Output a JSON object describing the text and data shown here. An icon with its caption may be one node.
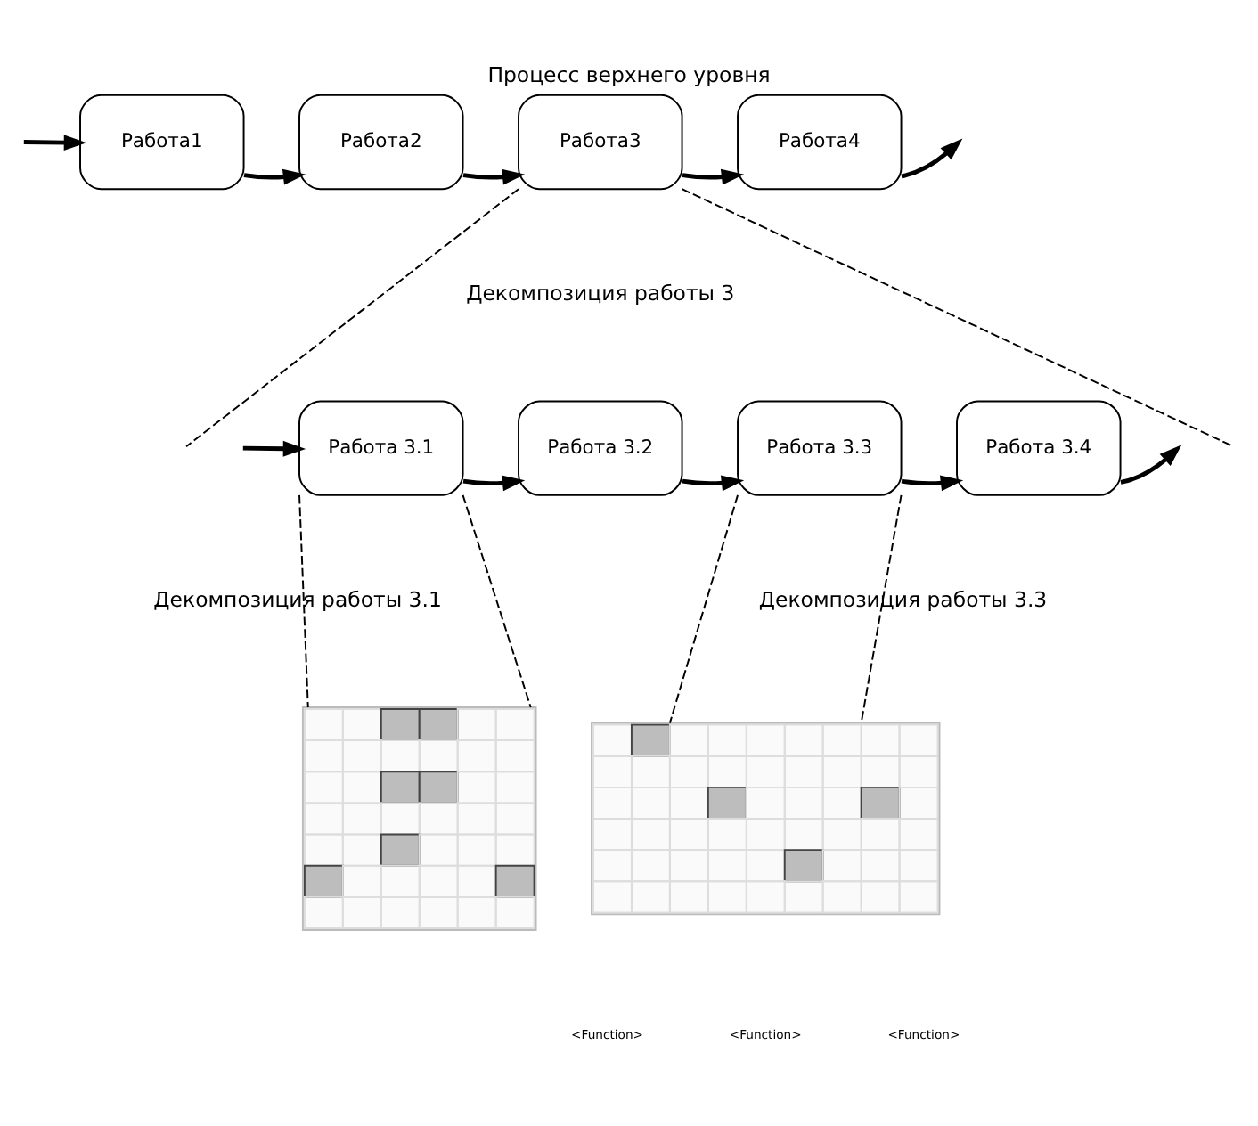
{
  "diagram": {
    "title": "Процесс верхнего уровня",
    "nodes": [
      {
        "text": [
          "Работа1"
        ]
      },
      {
        "text": [
          "Работа2"
        ]
      },
      {
        "text": [
          "Работа3"
        ]
      },
      {
        "text": [
          "Работа4"
        ]
      },
      {
        "text": [
          "Работа 3.1"
        ]
      },
      {
        "text": [
          "Работа 3.2"
        ]
      },
      {
        "text": [
          "Работа 3.3"
        ]
      },
      {
        "text": [
          "Работа 3.4"
        ]
      },
      {
        "text": [],
        "shape": "picture"
      },
      {
        "text": [],
        "shape": "picture"
      }
    ],
    "edges": [
      {
        "from": null,
        "to": 0,
        "arrow": "to"
      },
      {
        "from": 0,
        "to": 1,
        "arrow": "to"
      },
      {
        "from": 1,
        "to": 2,
        "arrow": "to"
      },
      {
        "from": 2,
        "to": 3,
        "arrow": "to"
      },
      {
        "from": 3,
        "to": null,
        "arrow": "to"
      },
      {
        "from": 2,
        "to": null,
        "arrow": "none",
        "style": "dashed"
      },
      {
        "from": 2,
        "to": null,
        "arrow": "none",
        "style": "dashed"
      },
      {
        "from": null,
        "to": 4,
        "arrow": "to"
      },
      {
        "from": 4,
        "to": 5,
        "arrow": "to"
      },
      {
        "from": 5,
        "to": 6,
        "arrow": "to"
      },
      {
        "from": 6,
        "to": 7,
        "arrow": "to"
      },
      {
        "from": 7,
        "to": null,
        "arrow": "to"
      },
      {
        "from": 4,
        "to": 8,
        "arrow": "none",
        "style": "dashed"
      },
      {
        "from": 4,
        "to": 8,
        "arrow": "none",
        "style": "dashed"
      },
      {
        "from": 6,
        "to": 9,
        "arrow": "none",
        "style": "dashed"
      },
      {
        "from": 6,
        "to": 9,
        "arrow": "none",
        "style": "dashed"
      }
    ],
    "labels": [
      "Декомпозиция работы 3",
      "Декомпозиция работы 3.1",
      "Декомпозиция работы 3.3",
      "<Function>",
      "<Function>",
      "<Function>"
    ]
  }
}
